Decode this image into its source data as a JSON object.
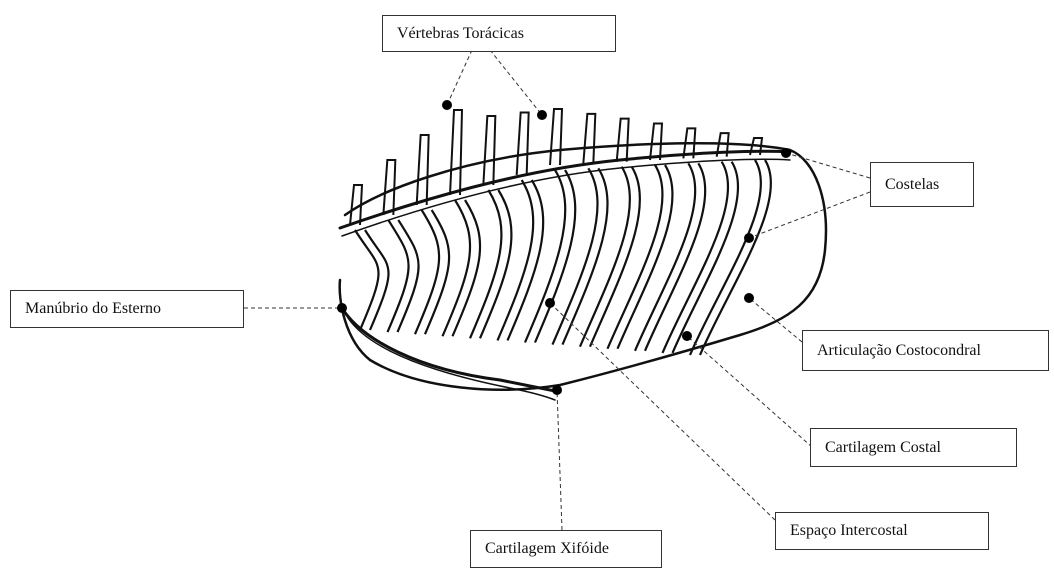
{
  "diagram": {
    "labels": {
      "vertebras": "Vértebras Torácicas",
      "costelas": "Costelas",
      "manubrio": "Manúbrio do Esterno",
      "articulacao": "Articulação Costocondral",
      "cartilagem_costal": "Cartilagem Costal",
      "espaco_intercostal": "Espaço Intercostal",
      "cartilagem_xifoide": "Cartilagem Xifóide"
    }
  }
}
